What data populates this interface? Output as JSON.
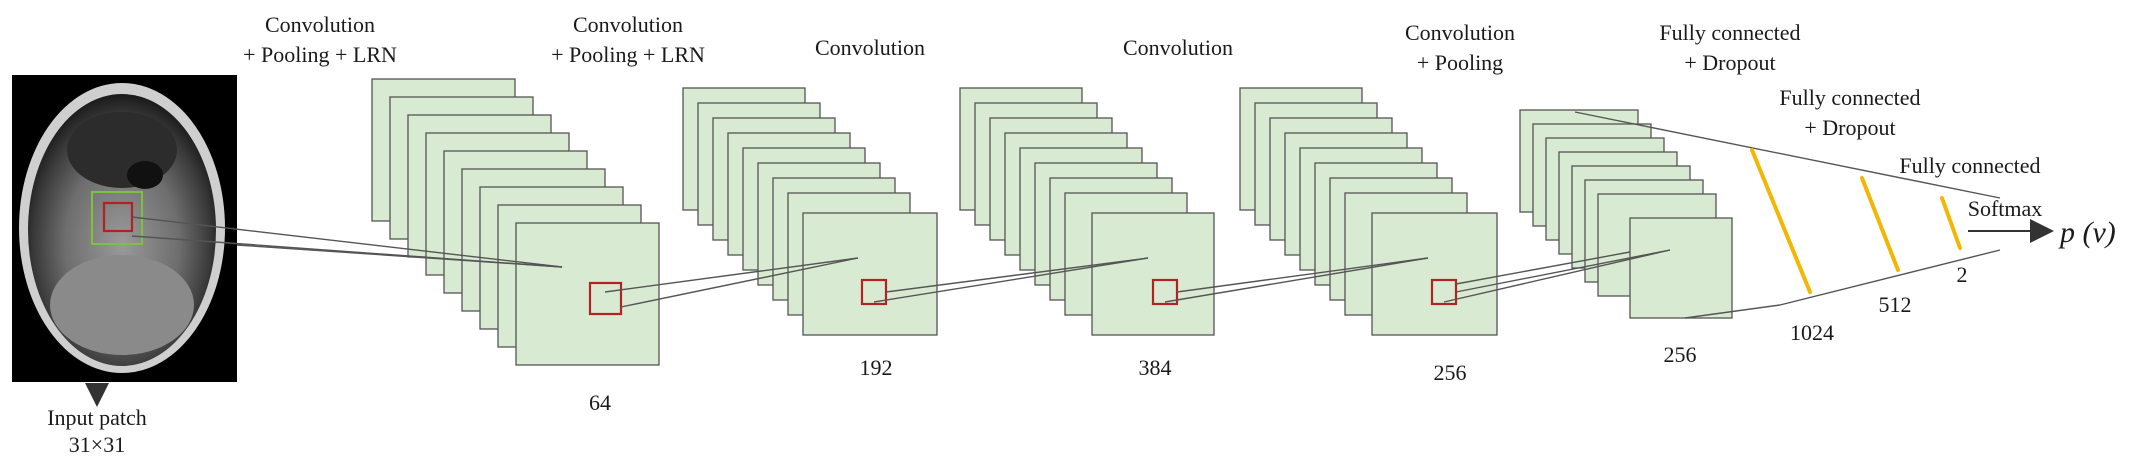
{
  "input": {
    "label_line1": "Input patch",
    "label_line2": "31×31"
  },
  "layers": [
    {
      "name": "conv1",
      "title_line1": "Convolution",
      "title_line2": "+ Pooling + LRN",
      "size_label": "64"
    },
    {
      "name": "conv2",
      "title_line1": "Convolution",
      "title_line2": "+ Pooling + LRN",
      "size_label": "192"
    },
    {
      "name": "conv3",
      "title_line1": "Convolution",
      "title_line2": "",
      "size_label": "384"
    },
    {
      "name": "conv4",
      "title_line1": "Convolution",
      "title_line2": "",
      "size_label": "256"
    },
    {
      "name": "conv5",
      "title_line1": "Convolution",
      "title_line2": "+ Pooling",
      "size_label": "256"
    }
  ],
  "fc_layers": [
    {
      "name": "fc1",
      "title_line1": "Fully connected",
      "title_line2": "+ Dropout",
      "size_label": "1024"
    },
    {
      "name": "fc2",
      "title_line1": "Fully connected",
      "title_line2": "+ Dropout",
      "size_label": "512"
    },
    {
      "name": "fc3",
      "title_line1": "Fully connected",
      "title_line2": "",
      "size_label": "2"
    }
  ],
  "output": {
    "softmax_label": "Softmax",
    "prob_label": "p (v)"
  },
  "colors": {
    "feature_map_fill": "#d9ead3",
    "roi_box": "#b22222",
    "fc_line": "#f2b705",
    "input_crop": "#7cc242"
  }
}
